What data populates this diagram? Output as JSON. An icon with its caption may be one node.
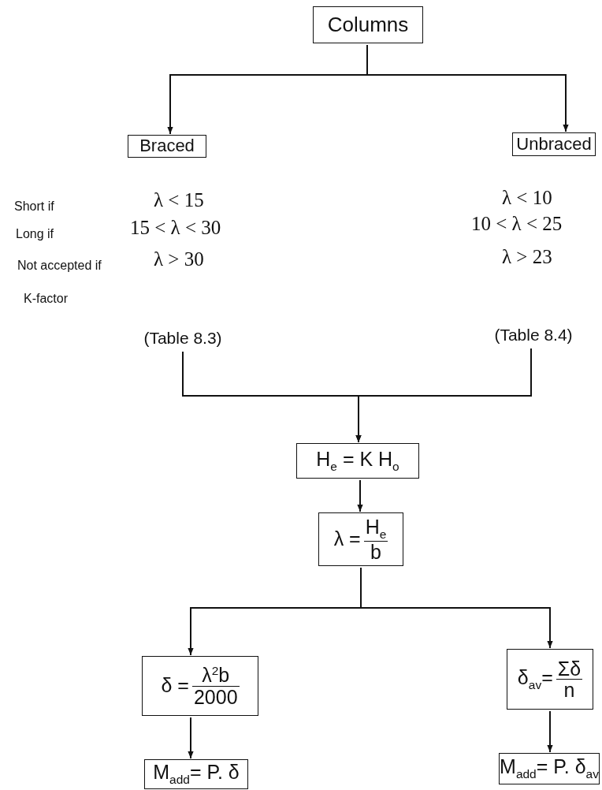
{
  "diagram": {
    "nodes": [
      {
        "text": [
          "Columns"
        ]
      },
      {
        "text": [
          "Braced"
        ]
      },
      {
        "text": [
          "Unbraced"
        ]
      },
      {
        "text": [
          "(Table 8.3)"
        ]
      },
      {
        "text": [
          "(Table 8.4)"
        ]
      },
      {
        "text": [
          "H$_{e}$ = K H$_{o}$"
        ]
      },
      {
        "text": [
          "λ =",
          "H$_{e}$",
          "b"
        ]
      },
      {
        "text": [
          "δ =",
          "λ$^{2}$b",
          "2000"
        ]
      },
      {
        "text": [
          "δ$_{av}$=",
          "Σδ",
          "n"
        ]
      },
      {
        "text": [
          "M$_{add}$= P. δ"
        ]
      },
      {
        "text": [
          "M$_{add}$= P. δ$_{av}$"
        ]
      }
    ],
    "edges": [
      {
        "from": 0,
        "to": 1,
        "arrow": "to"
      },
      {
        "from": 0,
        "to": 2,
        "arrow": "to"
      },
      {
        "from": 3,
        "to": 5,
        "arrow": "to"
      },
      {
        "from": 4,
        "to": 5,
        "arrow": "to"
      },
      {
        "from": 5,
        "to": 6,
        "arrow": "to"
      },
      {
        "from": 6,
        "to": 7,
        "arrow": "to"
      },
      {
        "from": 6,
        "to": 8,
        "arrow": "to"
      },
      {
        "from": 7,
        "to": 9,
        "arrow": "to"
      },
      {
        "from": 8,
        "to": 10,
        "arrow": "to"
      }
    ],
    "labels": [
      "Short if",
      "λ < 15",
      "λ < 10",
      "Long if",
      "15 < λ < 30",
      "10 < λ < 25",
      "Not accepted if",
      "λ > 30",
      "λ > 23",
      "K-factor"
    ]
  }
}
